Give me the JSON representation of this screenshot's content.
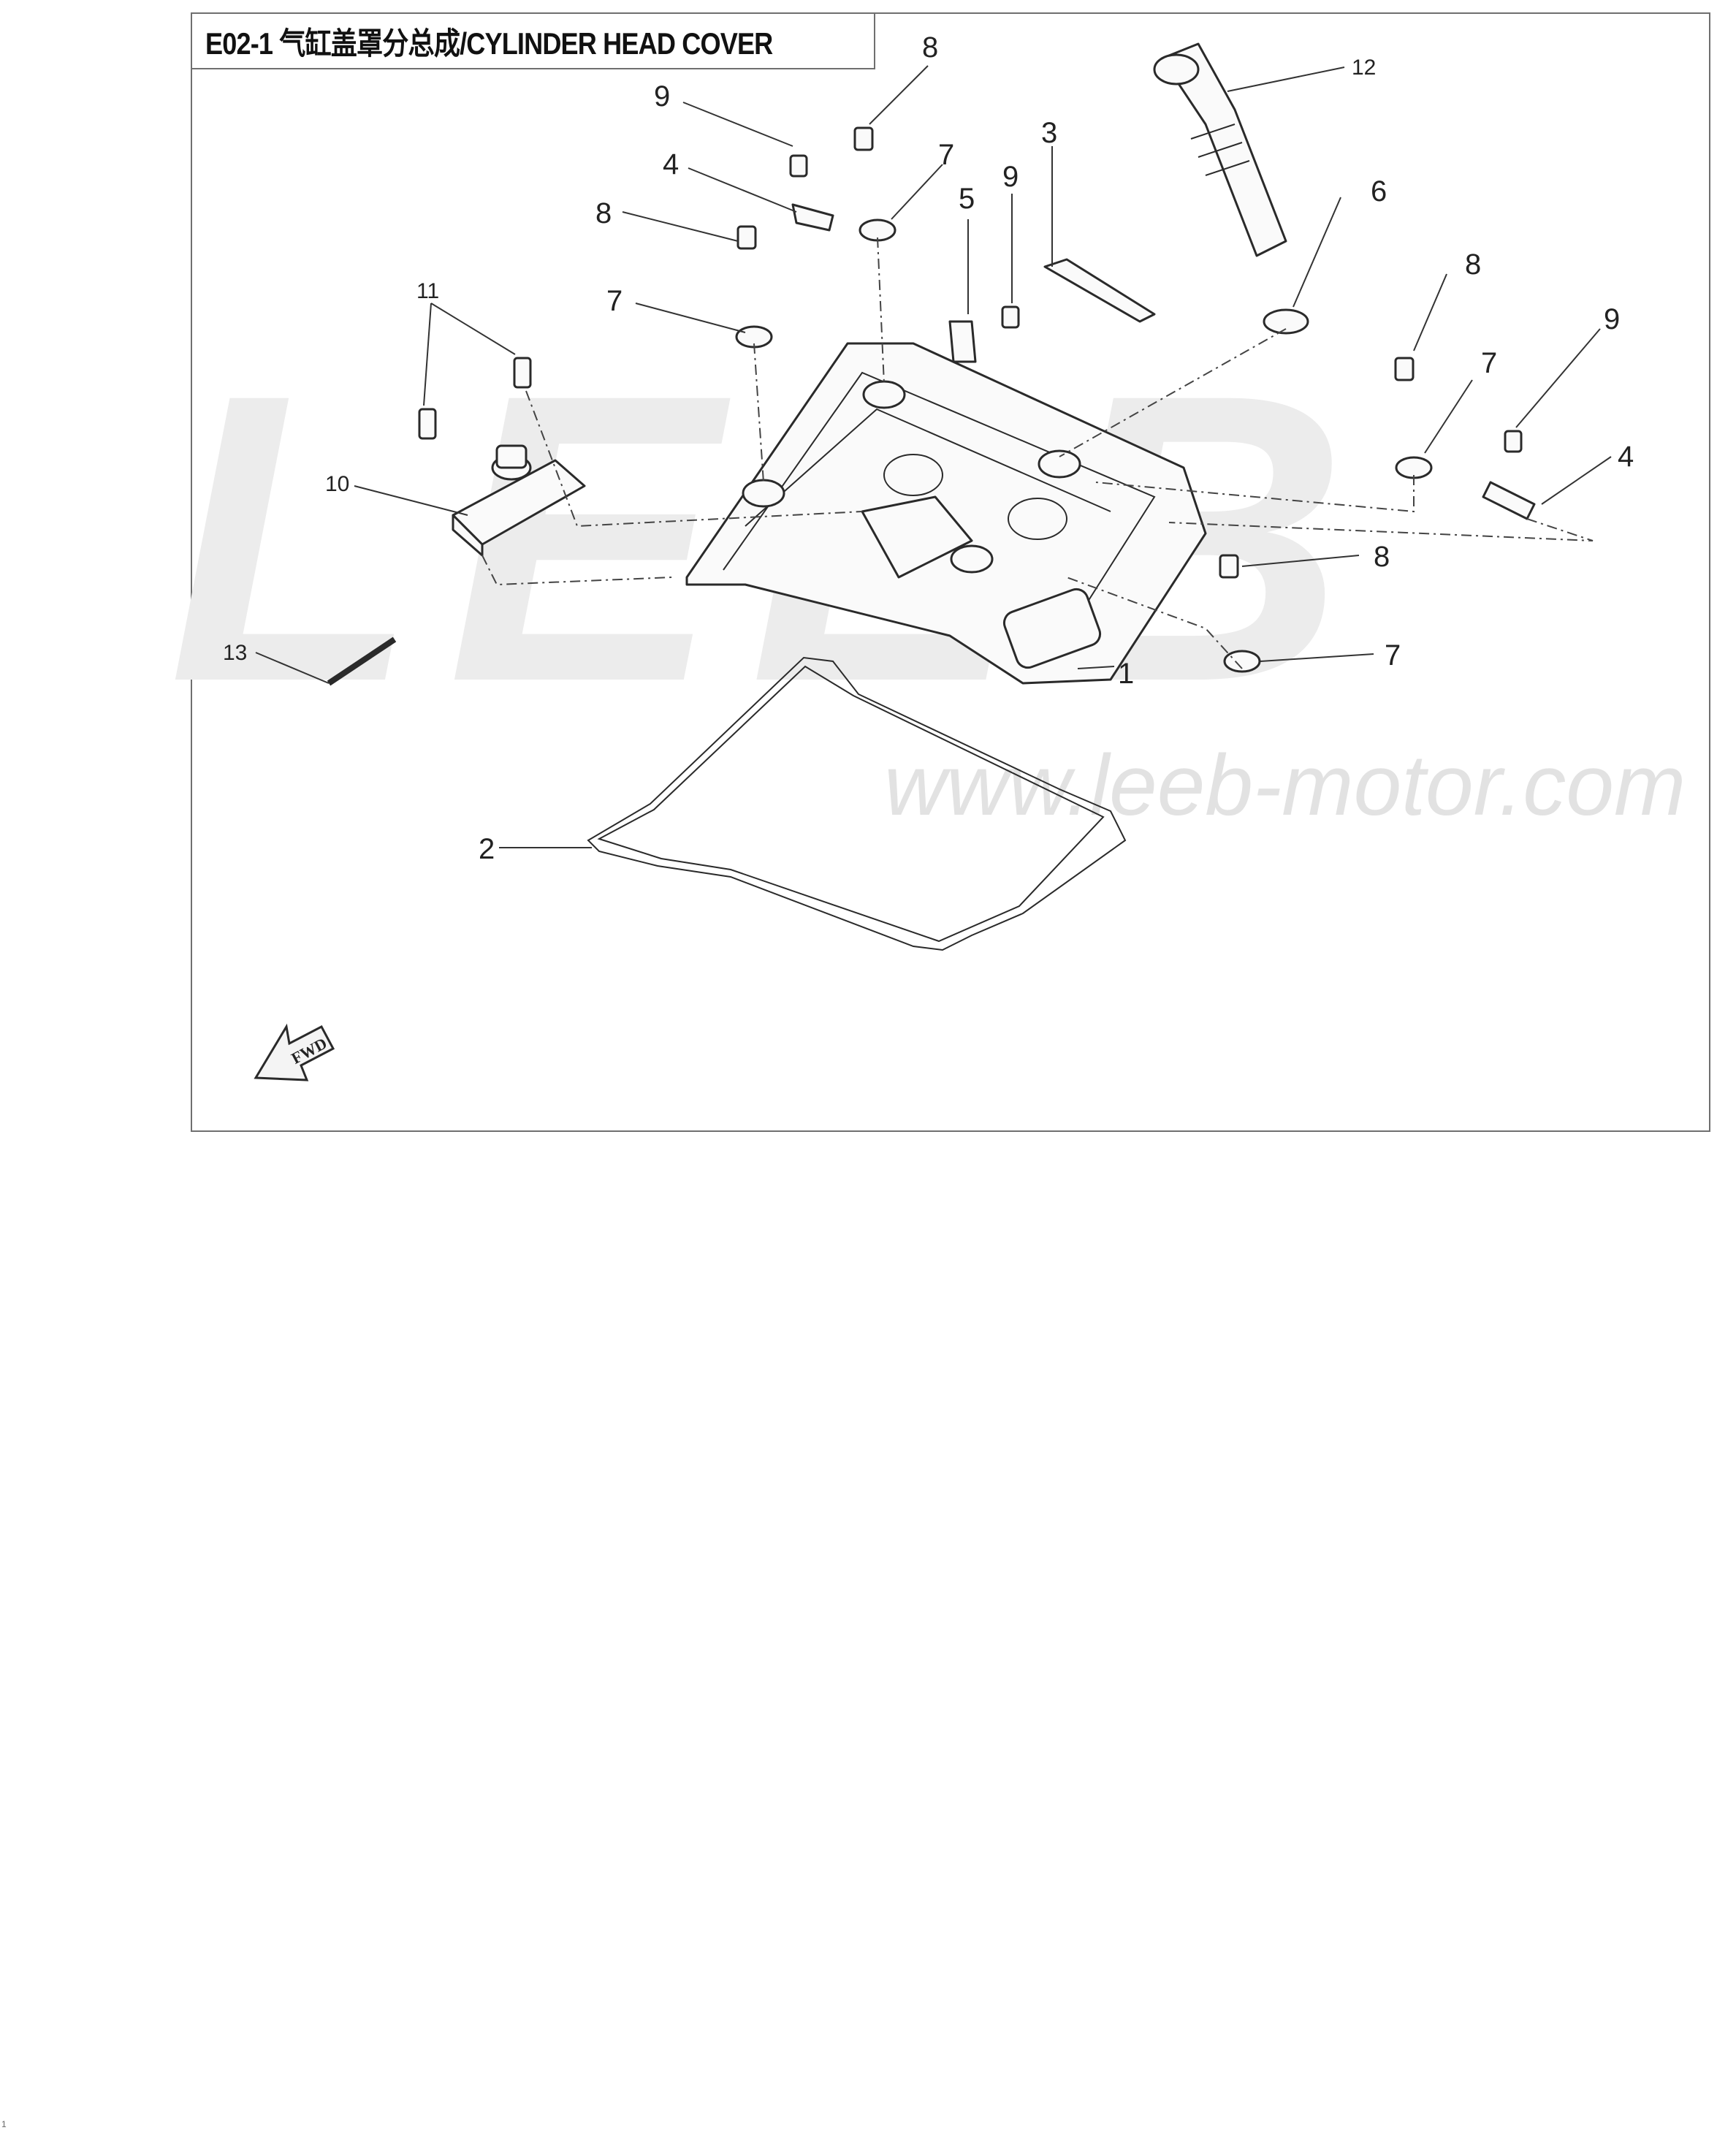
{
  "diagram": {
    "title": "E02-1  气缸盖罩分总成/CYLINDER HEAD COVER",
    "watermark_brand": "LEEB",
    "watermark_url": "www.leeb-motor.com",
    "fwd_label": "FWD",
    "page_number": "1",
    "callouts": [
      "1",
      "2",
      "3",
      "4",
      "4",
      "5",
      "6",
      "7",
      "7",
      "7",
      "7",
      "8",
      "8",
      "8",
      "8",
      "9",
      "9",
      "9",
      "10",
      "11",
      "12",
      "13"
    ]
  }
}
